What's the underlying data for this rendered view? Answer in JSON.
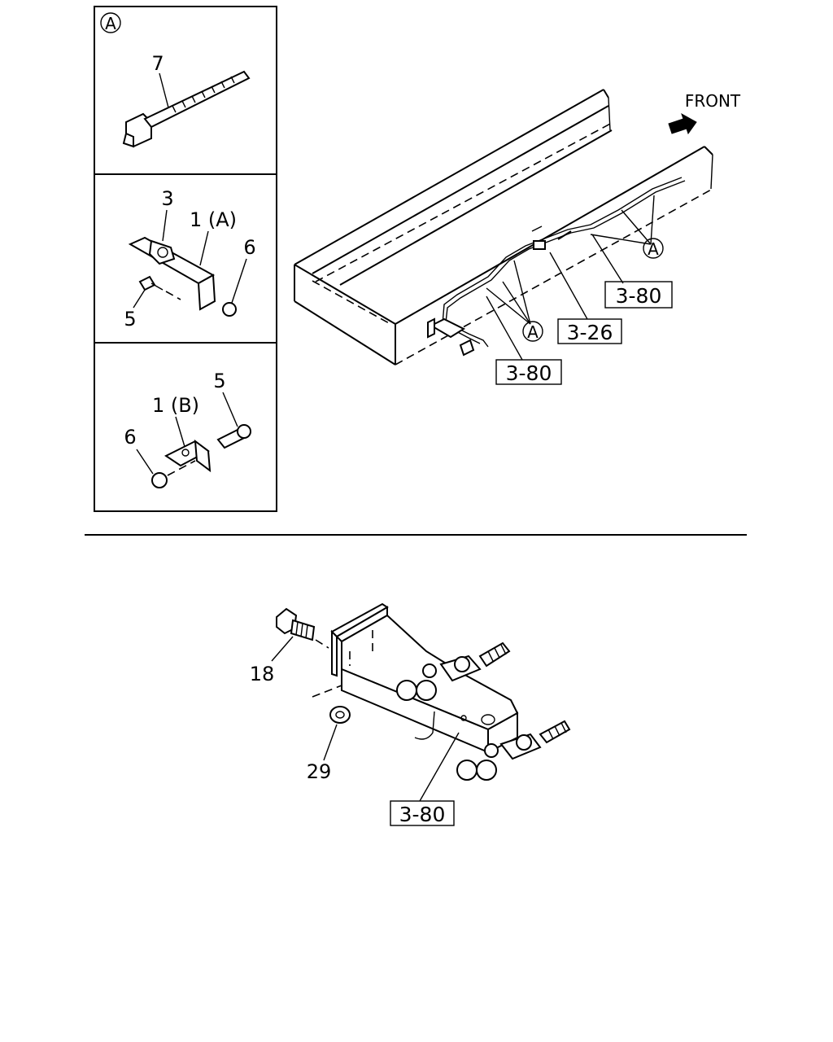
{
  "inset_a": {
    "marker": "A",
    "part_tie": "7"
  },
  "inset_bracket_a": {
    "part_clip": "3",
    "part_bracket": "1 (A)",
    "part_bolt": "5",
    "part_nut": "6"
  },
  "inset_bracket_b": {
    "part_bracket": "1 (B)",
    "part_bolt": "5",
    "part_nut": "6"
  },
  "main": {
    "front_label": "FRONT",
    "marker_a_1": "A",
    "marker_a_2": "A",
    "ref_1": "3-80",
    "ref_2": "3-26",
    "ref_3": "3-80"
  },
  "lower": {
    "part_bolt": "18",
    "part_nut": "29",
    "ref": "3-80"
  }
}
